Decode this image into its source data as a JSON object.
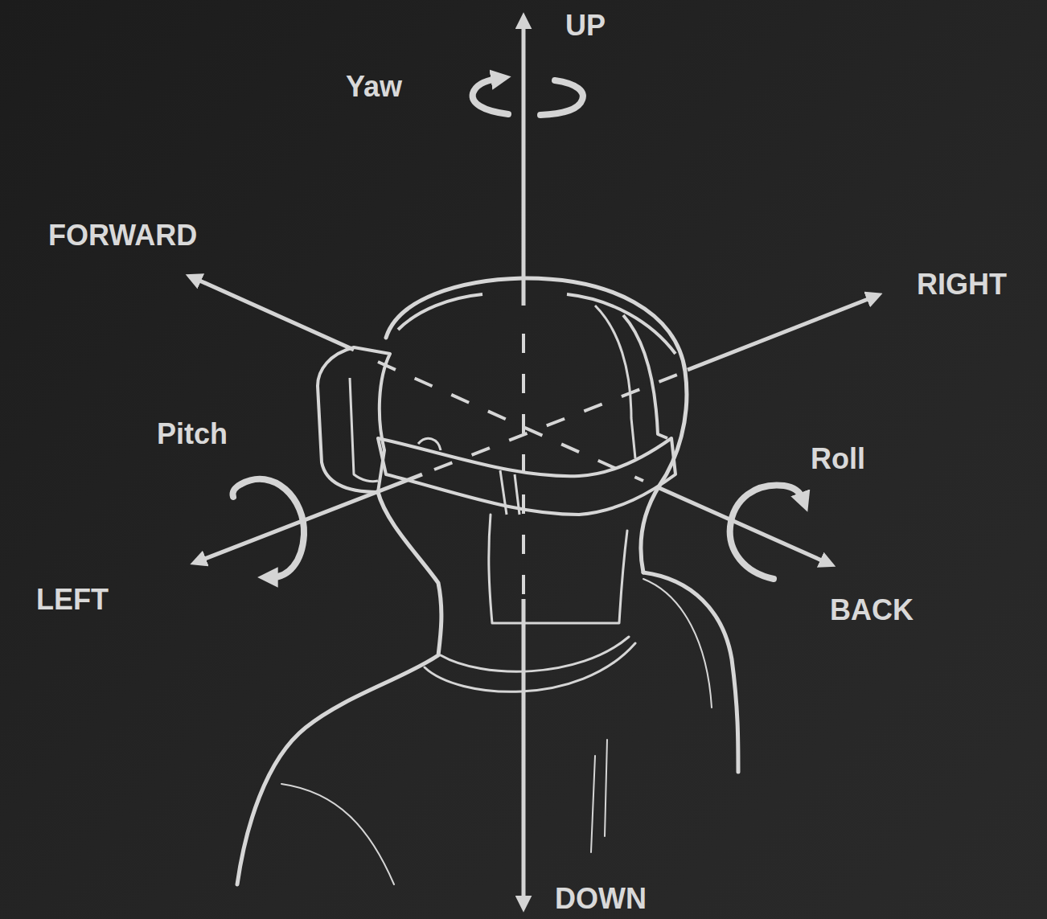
{
  "diagram": {
    "labels": [
      "UP",
      "Yaw",
      "FORWARD",
      "RIGHT",
      "Pitch",
      "Roll",
      "LEFT",
      "BACK",
      "DOWN"
    ]
  }
}
